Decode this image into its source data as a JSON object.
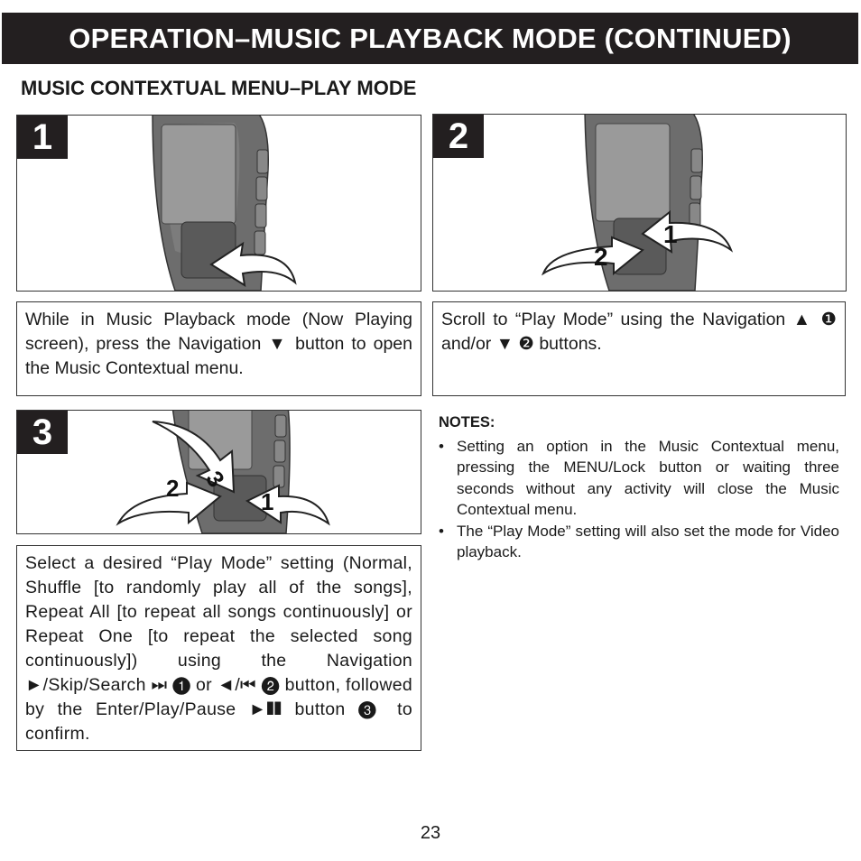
{
  "header": {
    "title": "OPERATION–MUSIC PLAYBACK MODE (CONTINUED)"
  },
  "section": {
    "title": "MUSIC CONTEXTUAL MENU–PLAY MODE"
  },
  "steps": [
    {
      "number": "1",
      "arrow_labels": [],
      "text": "While in Music Playback mode (Now Playing screen), press the Navigation ▼ button to open the Music Contextual menu."
    },
    {
      "number": "2",
      "arrow_labels": [
        "1",
        "2"
      ],
      "text": "Scroll to “Play Mode” using the Navigation ▲ ❶ and/or ▼ ❷ buttons."
    },
    {
      "number": "3",
      "arrow_labels": [
        "3",
        "2",
        "1"
      ],
      "text": "Select a desired “Play Mode” setting (Normal, Shuffle [to randomly play all of the songs],  Repeat All [to repeat all songs continuously] or Repeat One [to repeat the selected song continuously]) using the Navigation ►/Skip/Search ⏭ ❶ or ◄/⏮ ❷ button, followed by the Enter/Play/Pause ►❚❚ button ❸ to confirm."
    }
  ],
  "notes": {
    "title": "NOTES:",
    "items": [
      "Setting an option in the Music Contextual menu, pressing the MENU/Lock button or waiting three seconds without any activity will close the Music Contextual menu.",
      "The “Play Mode” setting will also set the mode for Video playback."
    ]
  },
  "page_number": "23",
  "colors": {
    "header_bg": "#231f20",
    "device_body": "#6d6d6d",
    "device_screen": "#9a9a9a"
  }
}
